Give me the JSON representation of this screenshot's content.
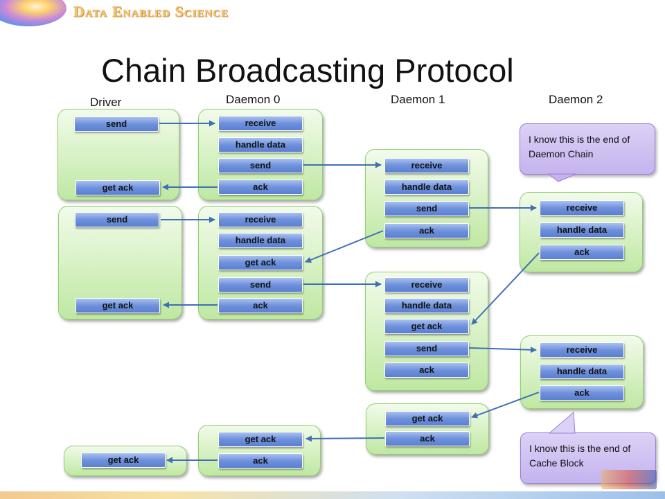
{
  "header": {
    "logo_text": "Data Enabled Science",
    "title": "Chain Broadcasting Protocol"
  },
  "columns": {
    "driver": "Driver",
    "daemon0": "Daemon 0",
    "daemon1": "Daemon 1",
    "daemon2": "Daemon 2"
  },
  "diagram": {
    "groups": {
      "g1": {
        "driver": [
          "send",
          "get ack"
        ],
        "daemon0": [
          "receive",
          "handle data",
          "send",
          "ack"
        ],
        "daemon1": [
          "receive",
          "handle data",
          "send",
          "ack"
        ],
        "daemon2": [
          "receive",
          "handle data",
          "ack"
        ]
      },
      "g2": {
        "driver": [
          "send",
          "get ack"
        ],
        "daemon0": [
          "receive",
          "handle data",
          "get ack",
          "send",
          "ack"
        ],
        "daemon1": [
          "receive",
          "handle data",
          "get ack",
          "send",
          "ack"
        ],
        "daemon2": [
          "receive",
          "handle data",
          "ack"
        ]
      },
      "g3": {
        "driver": [
          "get ack"
        ],
        "daemon0": [
          "get ack",
          "ack"
        ],
        "daemon1": [
          "get ack",
          "ack"
        ]
      }
    },
    "callouts": {
      "chain_end": "I know this is the end of Daemon Chain",
      "block_end": "I know this is the end of Cache Block"
    }
  },
  "colors": {
    "box_blue": "#6f91dc",
    "group_green": "#bfe8a2",
    "callout_purple": "#c5b3ee",
    "arrow": "#3f6fb5"
  }
}
